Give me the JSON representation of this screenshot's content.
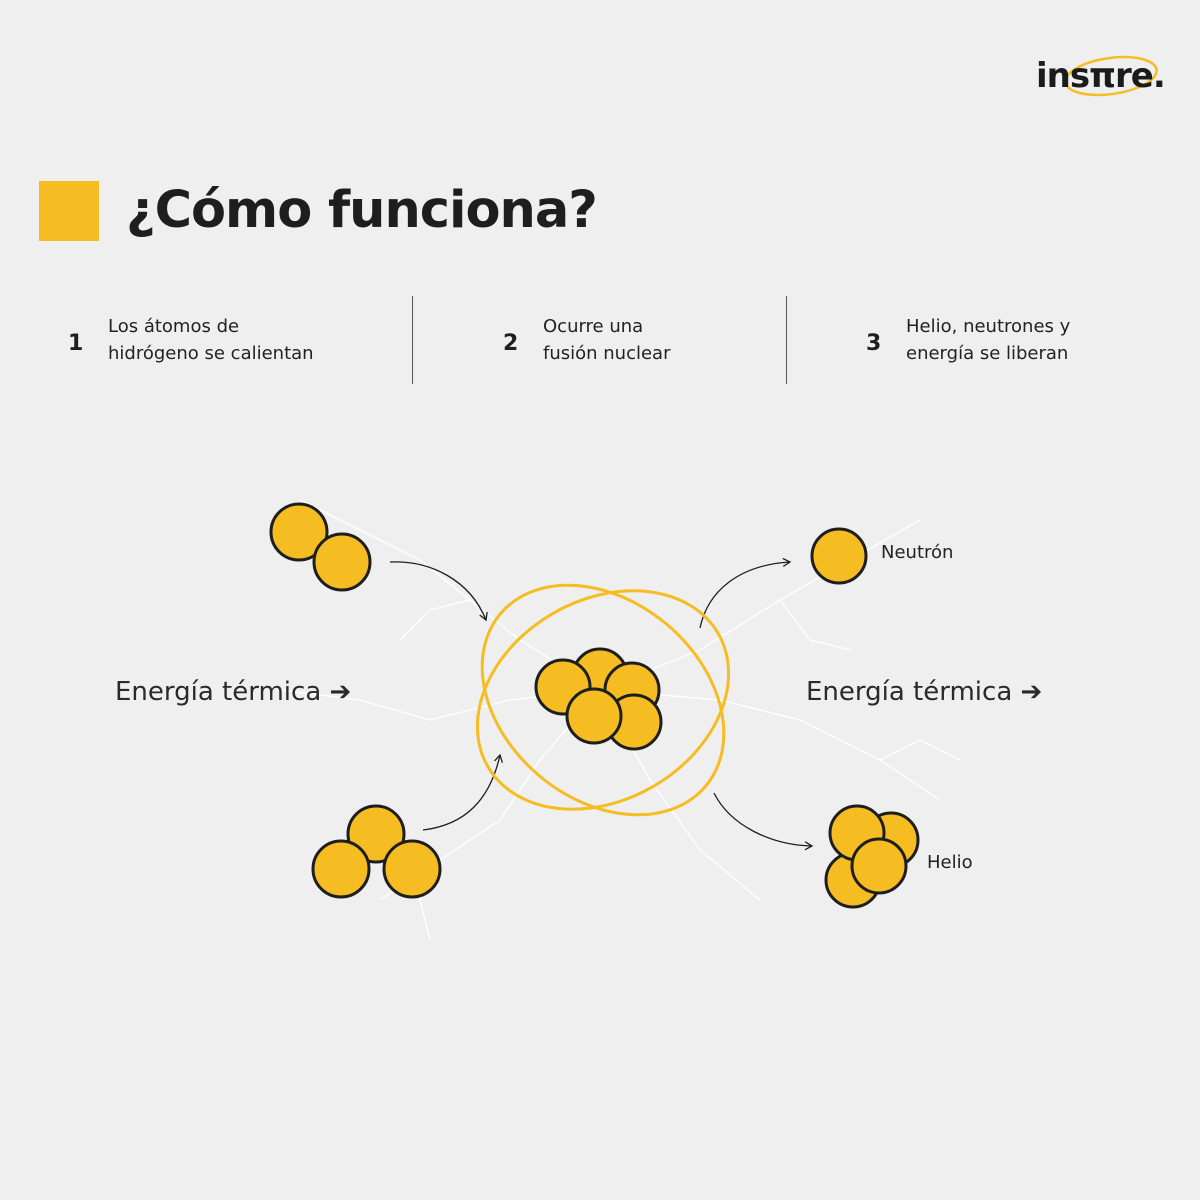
{
  "brand": {
    "logo_text": "insπre."
  },
  "header": {
    "title": "¿Cómo funciona?"
  },
  "steps": [
    {
      "number": "1",
      "line1": "Los átomos de",
      "line2": "hidrógeno se calientan"
    },
    {
      "number": "2",
      "line1": "Ocurre una",
      "line2": "fusión nuclear"
    },
    {
      "number": "3",
      "line1": "Helio, neutrones y",
      "line2": "energía se liberan"
    }
  ],
  "diagram": {
    "left_label": "Energía térmica ➔",
    "right_label": "Energía térmica ➔",
    "neutron_label": "Neutrón",
    "helium_label": "Helio"
  },
  "colors": {
    "accent": "#f5bd22",
    "outline": "#1e1e1e",
    "background": "#efefef"
  }
}
